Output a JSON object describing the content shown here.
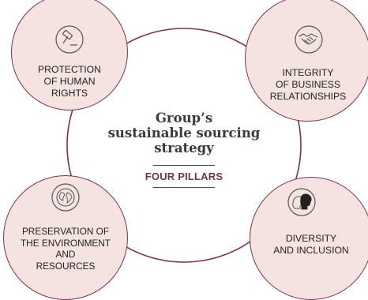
{
  "center": {
    "title": "Group’s\nsustainable sourcing\nstrategy",
    "subtitle": "FOUR PILLARS"
  },
  "pillars": [
    {
      "label": "PROTECTION\nOF HUMAN\nRIGHTS",
      "icon": "gavel-icon"
    },
    {
      "label": "INTEGRITY\nOF BUSINESS\nRELATIONSHIPS",
      "icon": "handshake-icon"
    },
    {
      "label": "PRESERVATION OF\nTHE ENVIRONMENT\nAND\nRESOURCES",
      "icon": "globe-icon"
    },
    {
      "label": "DIVERSITY\nAND INCLUSION",
      "icon": "diverse-heads-icon"
    }
  ],
  "colors": {
    "circle_fill": "#f4e3e1",
    "outline": "#7a3350",
    "subtitle": "#7a2f55",
    "title_text": "#3a3a3a"
  }
}
